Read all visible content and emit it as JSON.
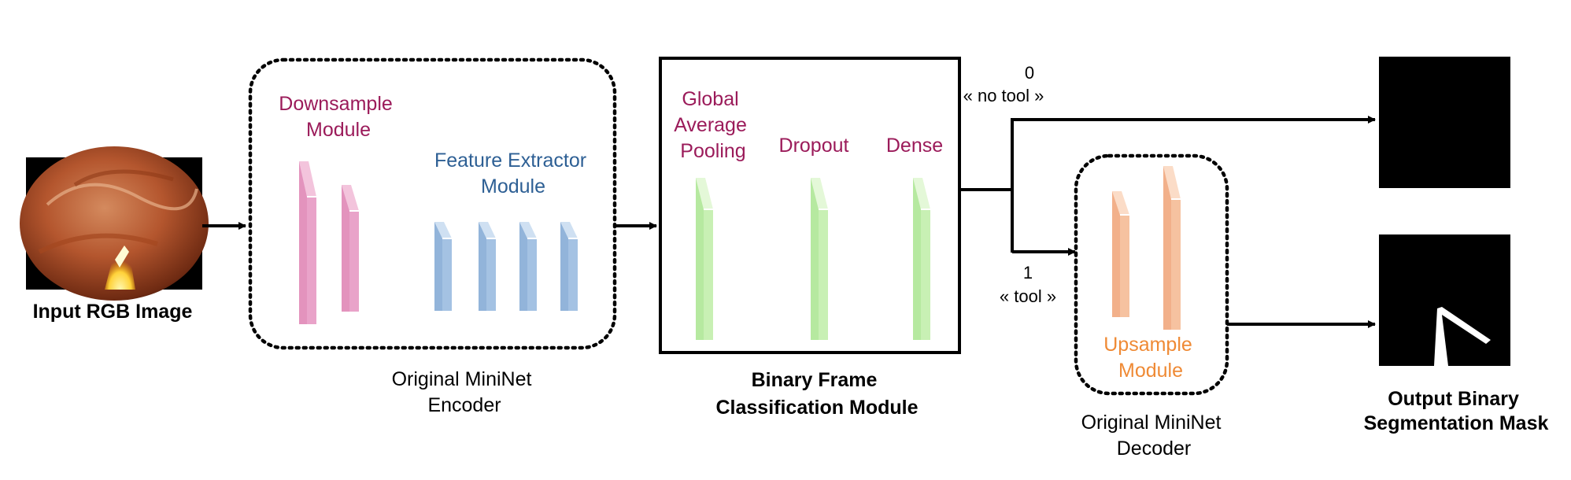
{
  "input": {
    "caption": "Input RGB Image"
  },
  "encoder": {
    "downsample_title": [
      "Downsample",
      "Module"
    ],
    "feature_title": [
      "Feature Extractor",
      "Module"
    ],
    "caption": [
      "Original MiniNet",
      "Encoder"
    ]
  },
  "classifier": {
    "gap_label": [
      "Global",
      "Average",
      "Pooling"
    ],
    "dropout_label": "Dropout",
    "dense_label": "Dense",
    "caption": [
      "Binary Frame",
      "Classification Module"
    ]
  },
  "branches": {
    "no_tool_value": "0",
    "no_tool_label": "« no tool »",
    "tool_value": "1",
    "tool_label": "« tool »"
  },
  "decoder": {
    "upsample_title": [
      "Upsample",
      "Module"
    ],
    "caption": [
      "Original MiniNet",
      "Decoder"
    ]
  },
  "output": {
    "caption": [
      "Output Binary",
      "Segmentation Mask"
    ]
  },
  "colors": {
    "downsample": "#e9a3c9",
    "downsample_text": "#9b1b5a",
    "feature": "#a4c2e3",
    "feature_text": "#2d5f94",
    "classifier": "#c8f0b4",
    "classifier_text": "#9b1b5a",
    "upsample": "#f6c2a0",
    "upsample_text": "#ef8a35",
    "line": "#000000"
  },
  "icons": {
    "input_image": "endoscopy-image",
    "mask_empty": "black-mask",
    "mask_tool": "tool-mask"
  }
}
